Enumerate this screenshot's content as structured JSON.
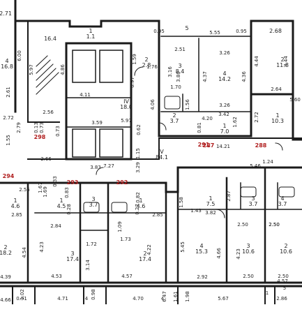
{
  "apartment_numbers": [
    "298",
    "287",
    "288",
    "294",
    "293",
    "292",
    "291"
  ],
  "corridor_label": [
    "V",
    "84.1"
  ],
  "rooms": [
    [
      "2.71"
    ],
    [
      "4",
      "16.8"
    ],
    [
      "16.4"
    ],
    [
      "1",
      "1.1"
    ],
    [
      "5"
    ],
    [
      "2.68"
    ],
    [
      "2",
      "11.8"
    ],
    [
      "3",
      "8.4"
    ],
    [
      "4",
      "14.2"
    ],
    [
      "2",
      "3.7"
    ],
    [
      "1",
      "7.0"
    ],
    [
      "1",
      "10.3"
    ],
    [
      "IV",
      "18.0"
    ],
    [
      "1",
      "4.6"
    ],
    [
      "1",
      "4.5"
    ],
    [
      "3",
      "3.7"
    ],
    [
      "1",
      "4.6"
    ],
    [
      "1",
      "7.5"
    ],
    [
      "3",
      "3.7"
    ],
    [
      "4",
      "3.7"
    ],
    [
      "2",
      "18.2"
    ],
    [
      "3",
      "17.4"
    ],
    [
      "2",
      "17.4"
    ],
    [
      "4",
      "15.3"
    ],
    [
      "3",
      "10.6"
    ],
    [
      "2",
      "10.6"
    ],
    [
      "2",
      "2.8"
    ]
  ],
  "dimensions": [
    "6.00",
    "5.97",
    "4.86",
    "2.61",
    "2.72",
    "1.55",
    "2.79",
    "2.56",
    "0.73",
    "0.73",
    "2.66",
    "3.59",
    "3.83",
    "4.11",
    "5.97",
    "0.97",
    "1.59",
    "1.76",
    "4.06",
    "0.62",
    "1.15",
    "3.29",
    "5.55",
    "0.95",
    "2.51",
    "3.16",
    "3.80",
    "4.37",
    "4.36",
    "3.26",
    "1.70",
    "3.26",
    "1.56",
    "4.20",
    "3.42",
    "1.62",
    "0.81",
    "2.72",
    "4.44",
    "4.44",
    "2.64",
    "5.60",
    "14.21",
    "7.27",
    "1.67",
    "2.55",
    "1.69",
    "0.33",
    "2.85",
    "0.83",
    "0.28",
    "2.84",
    "4.23",
    "4.54",
    "1.72",
    "3.14",
    "1.73",
    "1.09",
    "0.27",
    "0.82",
    "2.85",
    "4.22",
    "5.46",
    "1.24",
    "2.50",
    "1.58",
    "1.43",
    "3.82",
    "2.87",
    "4.66",
    "5.45",
    "4.23",
    "2.50",
    "2.50",
    "4.39",
    "4.53",
    "4.57",
    "2.92",
    "2.50",
    "2.50",
    "1.02",
    "4.66",
    "0.51",
    "4.71",
    "4",
    "0.98",
    "4.70",
    "4",
    "5.67",
    "1",
    "2.86",
    "5",
    "6.47",
    "1.61",
    "1.98",
    "0.13",
    "0.95",
    "4.57"
  ]
}
